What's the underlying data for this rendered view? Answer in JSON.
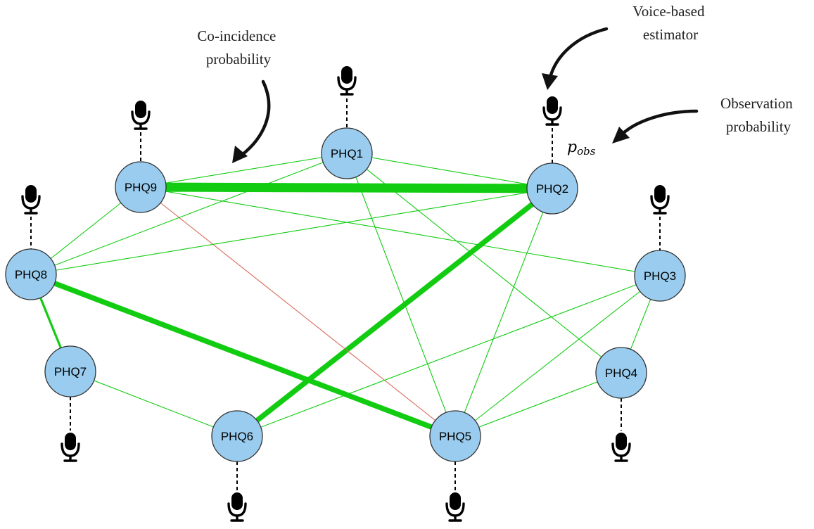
{
  "annotations": {
    "coincidence": [
      "Co-incidence",
      "probability"
    ],
    "voice": [
      "Voice-based",
      "estimator"
    ],
    "observation": [
      "Observation",
      "probability"
    ],
    "p_obs_main": "p",
    "p_obs_sub": "obs"
  },
  "nodes": [
    {
      "id": "PHQ1",
      "label": "PHQ1"
    },
    {
      "id": "PHQ2",
      "label": "PHQ2"
    },
    {
      "id": "PHQ3",
      "label": "PHQ3"
    },
    {
      "id": "PHQ4",
      "label": "PHQ4"
    },
    {
      "id": "PHQ5",
      "label": "PHQ5"
    },
    {
      "id": "PHQ6",
      "label": "PHQ6"
    },
    {
      "id": "PHQ7",
      "label": "PHQ7"
    },
    {
      "id": "PHQ8",
      "label": "PHQ8"
    },
    {
      "id": "PHQ9",
      "label": "PHQ9"
    }
  ],
  "edges": [
    {
      "from": "PHQ9",
      "to": "PHQ2",
      "strength": "strong",
      "sign": "positive"
    },
    {
      "from": "PHQ6",
      "to": "PHQ2",
      "strength": "medium",
      "sign": "positive"
    },
    {
      "from": "PHQ8",
      "to": "PHQ5",
      "strength": "medium",
      "sign": "positive"
    },
    {
      "from": "PHQ8",
      "to": "PHQ7",
      "strength": "light",
      "sign": "positive"
    },
    {
      "from": "PHQ9",
      "to": "PHQ5",
      "strength": "weak",
      "sign": "negative"
    },
    {
      "from": "PHQ1",
      "to": "PHQ9",
      "strength": "weak",
      "sign": "positive"
    },
    {
      "from": "PHQ1",
      "to": "PHQ2",
      "strength": "weak",
      "sign": "positive"
    },
    {
      "from": "PHQ1",
      "to": "PHQ8",
      "strength": "weak",
      "sign": "positive"
    },
    {
      "from": "PHQ1",
      "to": "PHQ5",
      "strength": "weak",
      "sign": "positive"
    },
    {
      "from": "PHQ1",
      "to": "PHQ4",
      "strength": "weak",
      "sign": "positive"
    },
    {
      "from": "PHQ9",
      "to": "PHQ8",
      "strength": "weak",
      "sign": "positive"
    },
    {
      "from": "PHQ9",
      "to": "PHQ3",
      "strength": "weak",
      "sign": "positive"
    },
    {
      "from": "PHQ2",
      "to": "PHQ8",
      "strength": "weak",
      "sign": "positive"
    },
    {
      "from": "PHQ2",
      "to": "PHQ5",
      "strength": "weak",
      "sign": "positive"
    },
    {
      "from": "PHQ3",
      "to": "PHQ5",
      "strength": "weak",
      "sign": "positive"
    },
    {
      "from": "PHQ3",
      "to": "PHQ6",
      "strength": "weak",
      "sign": "positive"
    },
    {
      "from": "PHQ3",
      "to": "PHQ4",
      "strength": "weak",
      "sign": "positive"
    },
    {
      "from": "PHQ4",
      "to": "PHQ5",
      "strength": "weak",
      "sign": "positive"
    },
    {
      "from": "PHQ7",
      "to": "PHQ6",
      "strength": "weak",
      "sign": "positive"
    }
  ],
  "colors": {
    "node_fill": "#99ccee",
    "node_stroke": "#333333",
    "positive_edge": "#11cc11",
    "negative_edge": "#d96a5a",
    "arrow": "#111111",
    "mic": "#000000"
  }
}
